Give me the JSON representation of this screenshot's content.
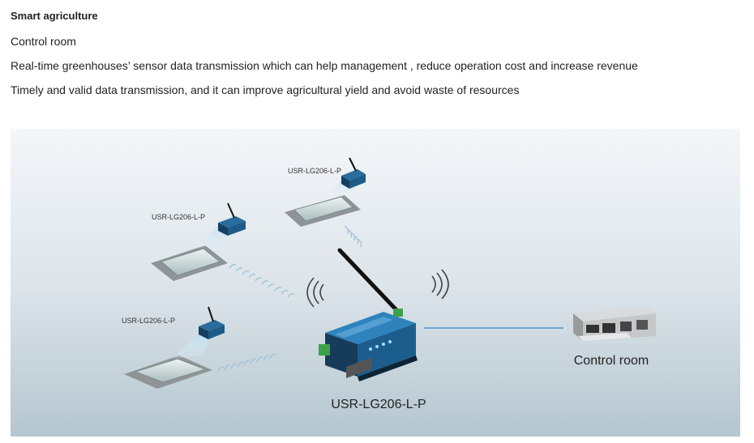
{
  "header": {
    "title": "Smart agriculture",
    "line1": "Control room",
    "line2": "Real-time greenhouses’ sensor data transmission which can help management , reduce operation cost and increase revenue",
    "line3": "Timely and valid data transmission, and it can improve agricultural yield and avoid waste of resources"
  },
  "diagram": {
    "node_labels": [
      "USR-LG206-L-P",
      "USR-LG206-L-P",
      "USR-LG206-L-P"
    ],
    "gateway_label": "USR-LG206-L-P",
    "control_room_label": "Control room",
    "colors": {
      "background_top": "#f3f5f8",
      "background_bottom": "#b7c8d1",
      "device_blue": "#1d6fa8",
      "signal": "#9fc3d9",
      "link": "#4a90c9"
    }
  }
}
